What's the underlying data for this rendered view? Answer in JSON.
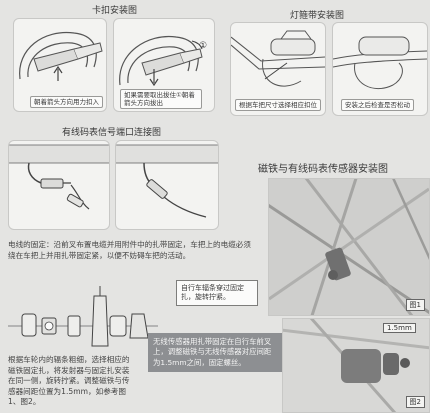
{
  "clip_install": {
    "title": "卡扣安装图",
    "caption_left": "朝着箭头方向用力扣入",
    "caption_right": "如果需要取出拔住①朝着箭头方向拔出",
    "circled_number": "①"
  },
  "strap_install": {
    "title": "灯箍带安装图",
    "caption_left": "根据车把尺寸选择相应扣位",
    "caption_right": "安装之后检查是否松动"
  },
  "cable_section": {
    "title": "有线码表信号端口连接图"
  },
  "sensor_section": {
    "title": "磁铁与有线码表传感器安装图"
  },
  "cable_note": "电线的固定：沿前叉布置电缆并用附件中的扎带固定，车把上的电缆必须绕在车把上并用扎带固定紧，以便不妨碍车把的活动。",
  "wheel_clamp_callout": "自行车辐条穿过固定扎，旋转拧紧。",
  "magnet_note": "根据车轮内的辐条粗细，选择相应的磁铁固定扎，将发射器与固定扎安装在同一侧，旋转拧紧。调整磁铁与传感器间距位置为1.5mm，如参考图1、图2。",
  "wireless_callout": "无线传感器用扎带固定在自行车前叉上，调整磁铁与无线传感器对应间距为1.5mm之间，固定螺丝。",
  "figures": {
    "fig1": "图1",
    "fig2": "图2",
    "gap_label": "1.5mm"
  },
  "colors": {
    "background": "#e4e4e2",
    "panel": "#f3f3f1",
    "callout_dark": "#8d8f92"
  }
}
